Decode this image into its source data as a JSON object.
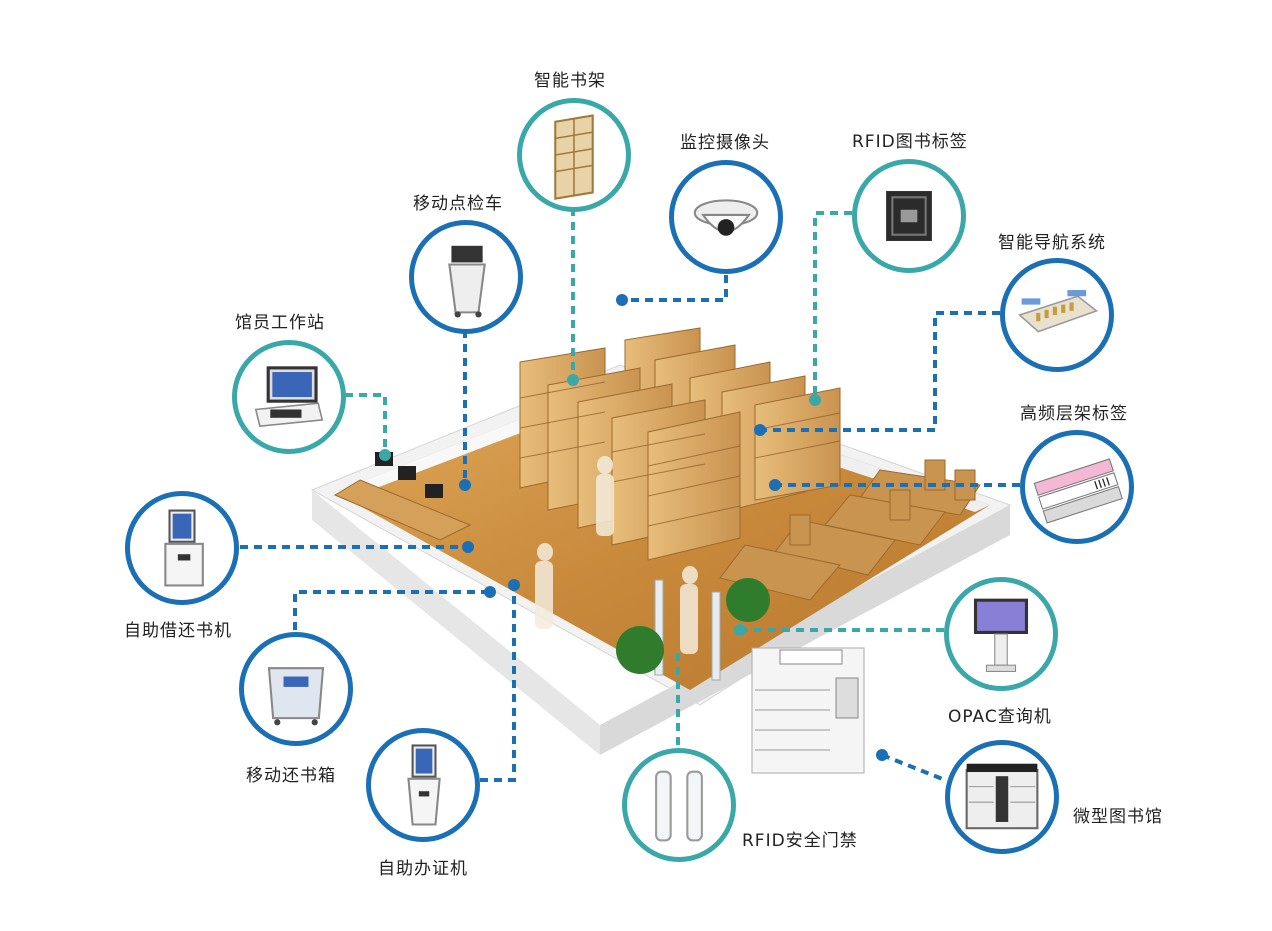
{
  "devices": {
    "smart_shelf": {
      "label": "智能书架",
      "icon": "bookshelf-icon",
      "ring": "teal"
    },
    "camera": {
      "label": "监控摄像头",
      "icon": "camera-icon",
      "ring": "blue"
    },
    "rfid_tag": {
      "label": "RFID图书标签",
      "icon": "rfid-tag-icon",
      "ring": "teal"
    },
    "inventory_cart": {
      "label": "移动点检车",
      "icon": "cart-icon",
      "ring": "blue"
    },
    "navigation": {
      "label": "智能导航系统",
      "icon": "navigation-icon",
      "ring": "blue"
    },
    "workstation": {
      "label": "馆员工作站",
      "icon": "workstation-icon",
      "ring": "teal"
    },
    "shelf_tag": {
      "label": "高频层架标签",
      "icon": "shelf-tag-icon",
      "ring": "blue"
    },
    "self_checkout": {
      "label": "自助借还书机",
      "icon": "kiosk-icon",
      "ring": "blue"
    },
    "return_box": {
      "label": "移动还书箱",
      "icon": "return-box-icon",
      "ring": "blue"
    },
    "card_machine": {
      "label": "自助办证机",
      "icon": "card-kiosk-icon",
      "ring": "blue"
    },
    "security_gate": {
      "label": "RFID安全门禁",
      "icon": "gate-icon",
      "ring": "teal"
    },
    "opac": {
      "label": "OPAC查询机",
      "icon": "opac-icon",
      "ring": "teal"
    },
    "micro_library": {
      "label": "微型图书馆",
      "icon": "micro-library-icon",
      "ring": "blue"
    }
  },
  "colors": {
    "blue": "#1a6fb5",
    "teal": "#3aa8a8",
    "line": "#1a6fb5",
    "line_teal": "#3aa8a8",
    "wood": "#d9a55a",
    "floor": "#c98f3f"
  }
}
